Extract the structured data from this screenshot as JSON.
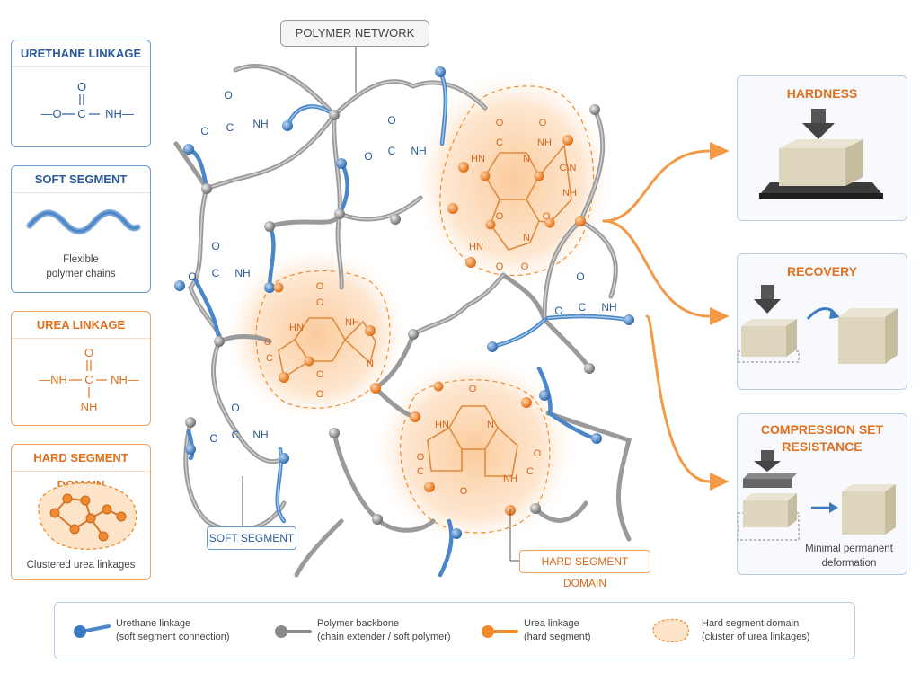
{
  "left_panels": {
    "urethane": {
      "title": "URETHANE LINKAGE",
      "o": "O",
      "left": "—O",
      "c": "C",
      "nh": "NH—"
    },
    "soft": {
      "title": "SOFT SEGMENT",
      "caption_line1": "Flexible",
      "caption_line2": "polymer chains"
    },
    "urea": {
      "title": "UREA LINKAGE",
      "o": "O",
      "left": "—NH",
      "c": "C",
      "right": "NH—",
      "bottom": "NH"
    },
    "hard": {
      "title": "HARD SEGMENT DOMAIN",
      "caption": "Clustered urea linkages"
    }
  },
  "network": {
    "title": "POLYMER NETWORK",
    "soft_label": "SOFT SEGMENT",
    "hard_label": "HARD SEGMENT DOMAIN",
    "urethane_o": "O",
    "urethane_left": "O",
    "urethane_c": "C",
    "urethane_nh": "NH",
    "ring": {
      "o": "O",
      "c": "C",
      "nh": "NH",
      "hn": "HN",
      "n": "N",
      "cn": "C\\N"
    }
  },
  "properties": {
    "hardness": {
      "title": "HARDNESS"
    },
    "recovery": {
      "title": "RECOVERY"
    },
    "compression": {
      "title_line1": "COMPRESSION SET",
      "title_line2": "RESISTANCE",
      "caption_line1": "Minimal permanent",
      "caption_line2": "deformation"
    }
  },
  "legend": [
    {
      "label": "Urethane linkage",
      "sub": "(soft segment connection)",
      "icon": "blue-node-icon"
    },
    {
      "label": "Polymer backbone",
      "sub": "(chain extender / soft polymer)",
      "icon": "grey-node-icon"
    },
    {
      "label": "Urea linkage",
      "sub": "(hard segment)",
      "icon": "orange-node-icon"
    },
    {
      "label": "Hard segment domain",
      "sub": "(cluster of urea linkages)",
      "icon": "dashed-domain-icon"
    }
  ],
  "colors": {
    "blue": "#4a86c8",
    "grey": "#8c8c8c",
    "orange": "#ef8a2e",
    "domain_fill": "#fde3c8"
  }
}
